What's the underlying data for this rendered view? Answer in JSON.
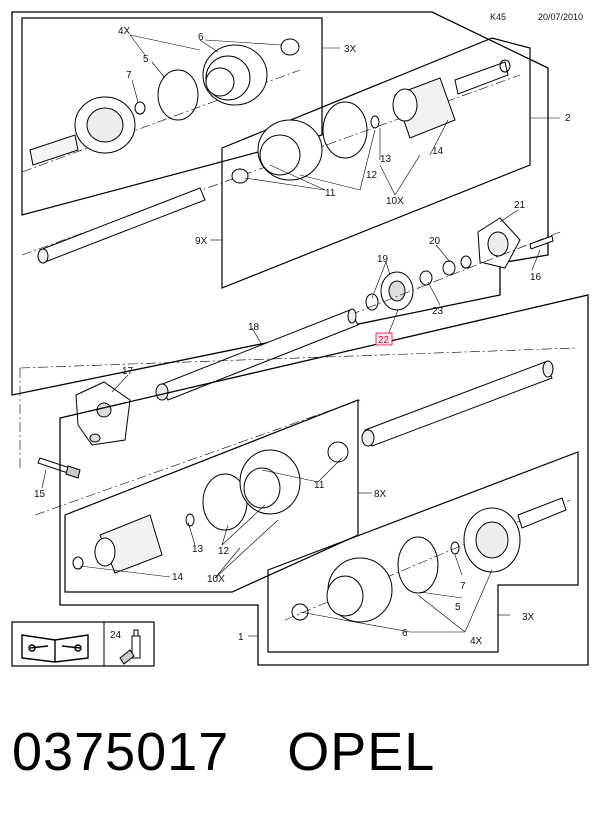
{
  "header": {
    "code": "K45",
    "date": "20/07/2010"
  },
  "footer": {
    "part_number": "0375017",
    "brand": "OPEL"
  },
  "labels": {
    "l1": "1",
    "l2": "2",
    "l3x_top": "3X",
    "l3x_bottom": "3X",
    "l4x_top": "4X",
    "l4x_bottom": "4X",
    "l5_top": "5",
    "l5_bottom": "5",
    "l6_top": "6",
    "l6_bottom": "6",
    "l7_top": "7",
    "l7_bottom": "7",
    "l8x": "8X",
    "l9x": "9X",
    "l10x_top": "10X",
    "l10x_bottom": "10X",
    "l11_top": "11",
    "l11_bottom": "11",
    "l12_top": "12",
    "l12_bottom": "12",
    "l13_top": "13",
    "l13_bottom": "13",
    "l14_top": "14",
    "l14_bottom": "14",
    "l15": "15",
    "l16": "16",
    "l17": "17",
    "l18": "18",
    "l19": "19",
    "l20": "20",
    "l21": "21",
    "l22": "22",
    "l23": "23",
    "l24": "24"
  },
  "icons": {
    "manual": "open-book-wrench-icon",
    "grease": "grease-tube-icon"
  },
  "colors": {
    "highlight": "#d9002e"
  }
}
